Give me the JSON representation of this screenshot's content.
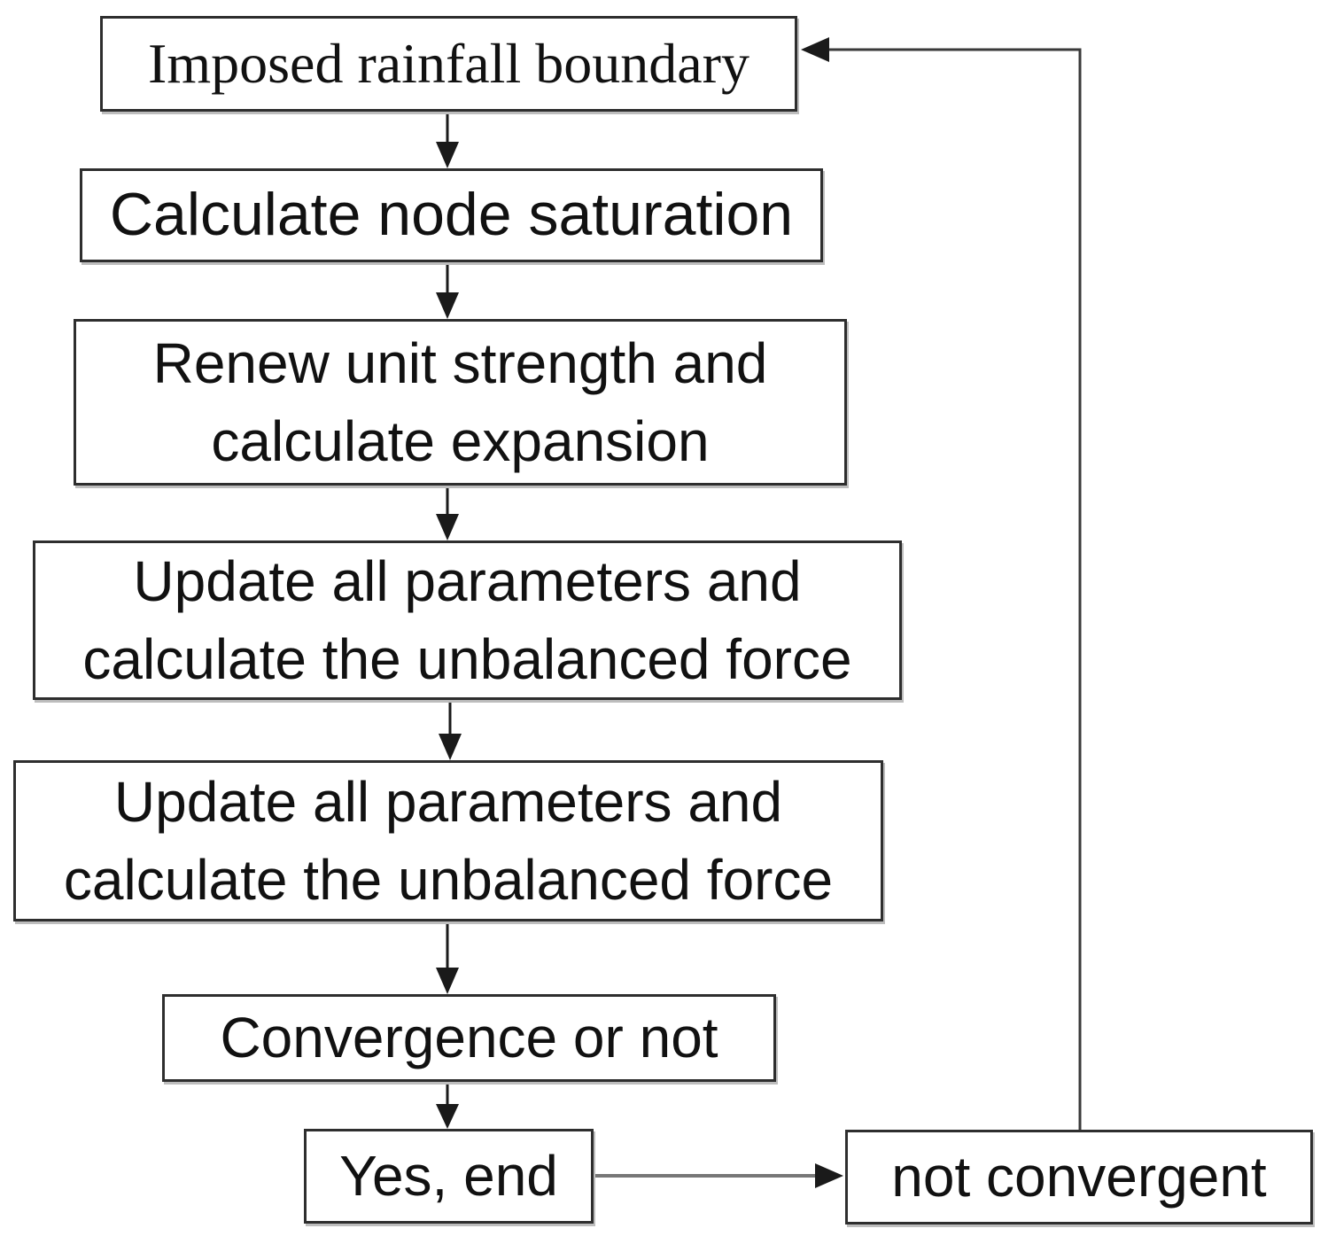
{
  "diagram": {
    "type": "flowchart",
    "nodes": {
      "imposed_rainfall_boundary": {
        "line1": "Imposed rainfall boundary"
      },
      "calculate_node_saturation": {
        "line1": "Calculate node saturation"
      },
      "renew_unit_strength": {
        "line1": "Renew unit strength and",
        "line2": "calculate expansion"
      },
      "update_parameters_1": {
        "line1": "Update all parameters and",
        "line2": "calculate the unbalanced force"
      },
      "update_parameters_2": {
        "line1": "Update all parameters and",
        "line2": "calculate the unbalanced force"
      },
      "convergence_or_not": {
        "line1": "Convergence or not"
      },
      "yes_end": {
        "line1": "Yes, end"
      },
      "not_convergent": {
        "line1": "not convergent"
      }
    },
    "edges": [
      {
        "from": "imposed_rainfall_boundary",
        "to": "calculate_node_saturation"
      },
      {
        "from": "calculate_node_saturation",
        "to": "renew_unit_strength"
      },
      {
        "from": "renew_unit_strength",
        "to": "update_parameters_1"
      },
      {
        "from": "update_parameters_1",
        "to": "update_parameters_2"
      },
      {
        "from": "update_parameters_2",
        "to": "convergence_or_not"
      },
      {
        "from": "convergence_or_not",
        "to": "yes_end"
      },
      {
        "from": "yes_end",
        "to": "not_convergent"
      },
      {
        "from": "not_convergent",
        "to": "imposed_rainfall_boundary",
        "note": "feedback loop"
      }
    ],
    "colors": {
      "background": "#ffffff",
      "box_fill": "#ffffff",
      "box_border": "#2e2e2e",
      "text": "#111111",
      "arrow_black": "#1a1a1a",
      "connector_gray": "#777777",
      "shadow_gray": "#bdbdbd"
    }
  }
}
